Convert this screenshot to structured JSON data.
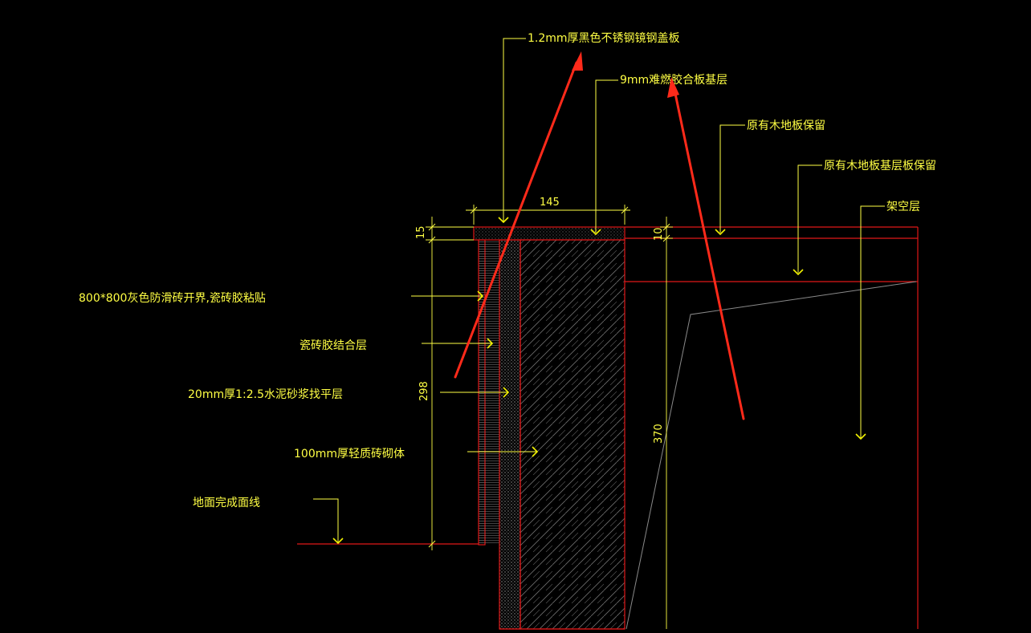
{
  "colors": {
    "background": "#000000",
    "annotation_yellow": "#ffff44",
    "section_red": "#e01818",
    "markup_red": "#ff2a1a",
    "hatch_gray": "#8a8a8a",
    "arrow_yellow": "#f2f200"
  },
  "labels": {
    "cover_plate": "1.2mm厚黑色不锈钢镜钢盖板",
    "plywood_base": "9mm难燃胶合板基层",
    "wood_floor_keep": "原有木地板保留",
    "floor_base_keep": "原有木地板基层板保留",
    "raised_layer": "架空层",
    "tile": "800*800灰色防滑砖开界,瓷砖胶粘贴",
    "tile_adhesive": "瓷砖胶结合层",
    "cement_mortar": "20mm厚1:2.5水泥砂浆找平层",
    "brick_wall": "100mm厚轻质砖砌体",
    "finished_floor": "地面完成面线"
  },
  "dimensions": {
    "width_145": "145",
    "height_15": "15",
    "height_10": "10",
    "height_298": "298",
    "height_370": "370"
  },
  "icons": {
    "leader_arrow": "chevron-down-icon",
    "side_arrow": "chevron-right-icon"
  }
}
